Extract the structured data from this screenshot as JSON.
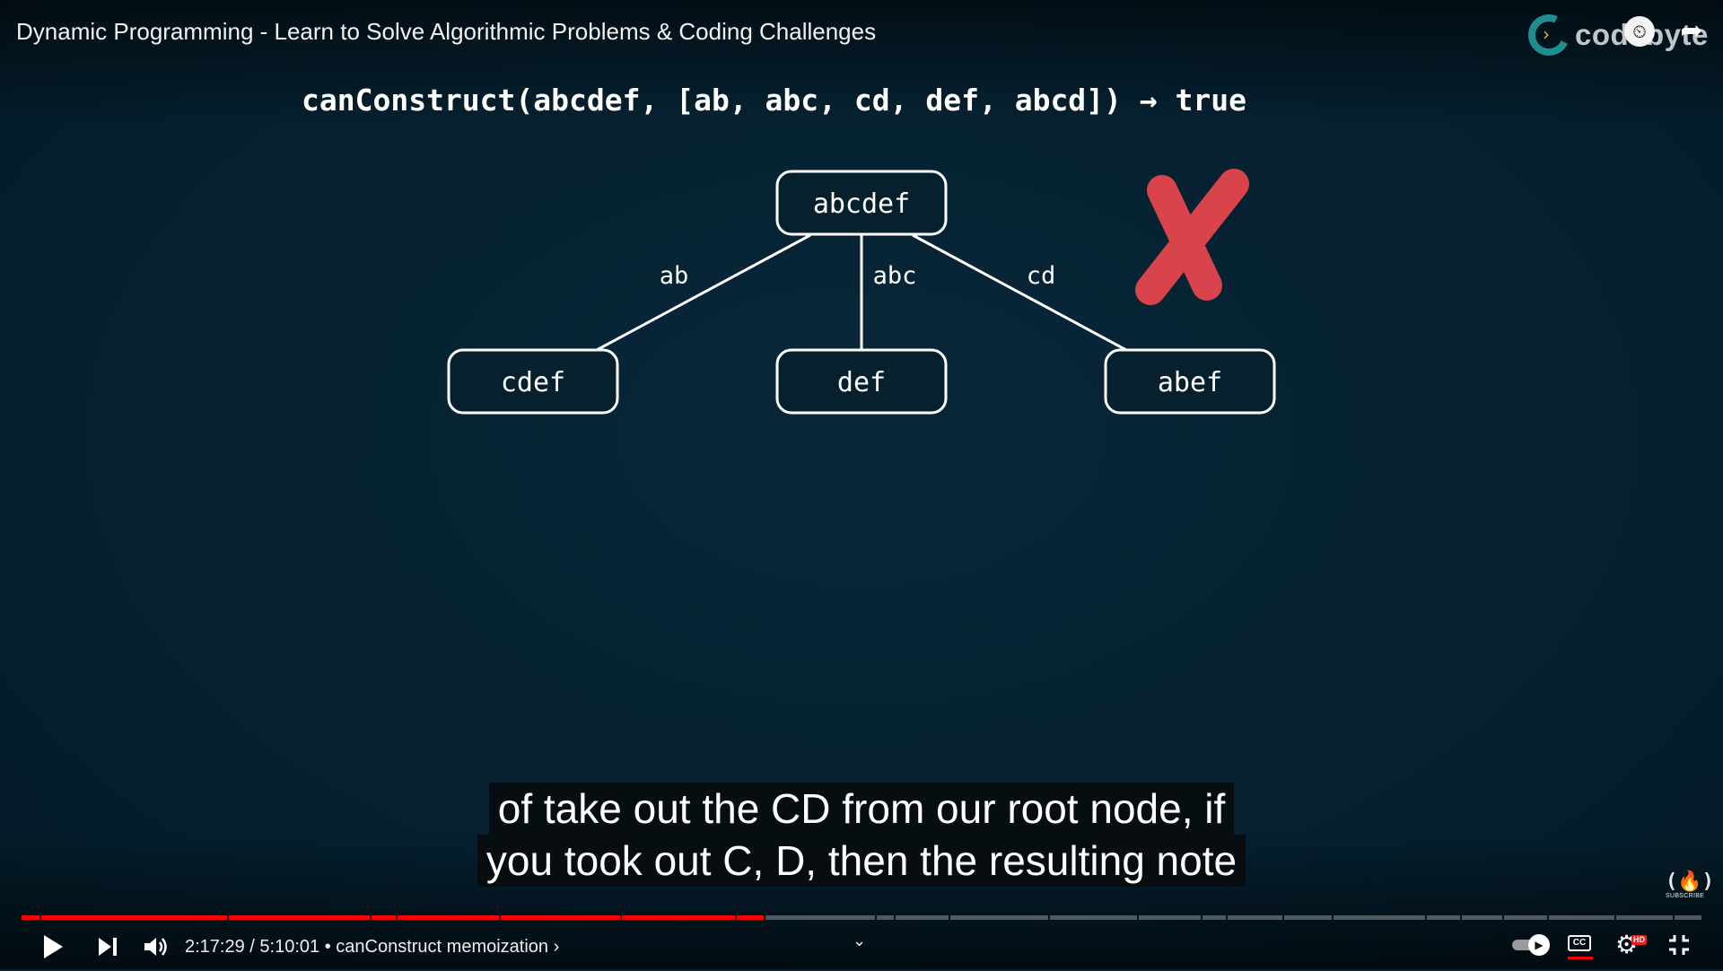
{
  "video": {
    "title": "Dynamic Programming - Learn to Solve Algorithmic Problems & Coding Challenges",
    "channel_logo_text": "codebyte"
  },
  "slide": {
    "heading": "canConstruct(abcdef, [ab, abc, cd, def, abcd]) → true",
    "root": "abcdef",
    "children": [
      {
        "label": "cdef",
        "edge": "ab"
      },
      {
        "label": "def",
        "edge": "abc"
      },
      {
        "label": "abef",
        "edge": "cd"
      }
    ],
    "cross_color": "#d9434b"
  },
  "captions": {
    "line1": "of take out the CD from our root node, if",
    "line2": "you took out C, D, then the resulting note"
  },
  "player": {
    "time": "2:17:29 / 5:10:01",
    "chapter": "canConstruct memoization",
    "progress_fraction": 0.443,
    "accent_color": "#ff0000",
    "badge_subscribe": "SUBSCRIBE",
    "badge_glyph": "(🔥)",
    "hd_label": "HD",
    "cc_label": "CC"
  },
  "icons": {
    "play": "play-icon",
    "next": "next-icon",
    "volume": "volume-icon",
    "watch_later": "clock-icon",
    "share": "share-icon",
    "settings": "gear-icon",
    "fullscreen": "exit-fullscreen-icon"
  }
}
